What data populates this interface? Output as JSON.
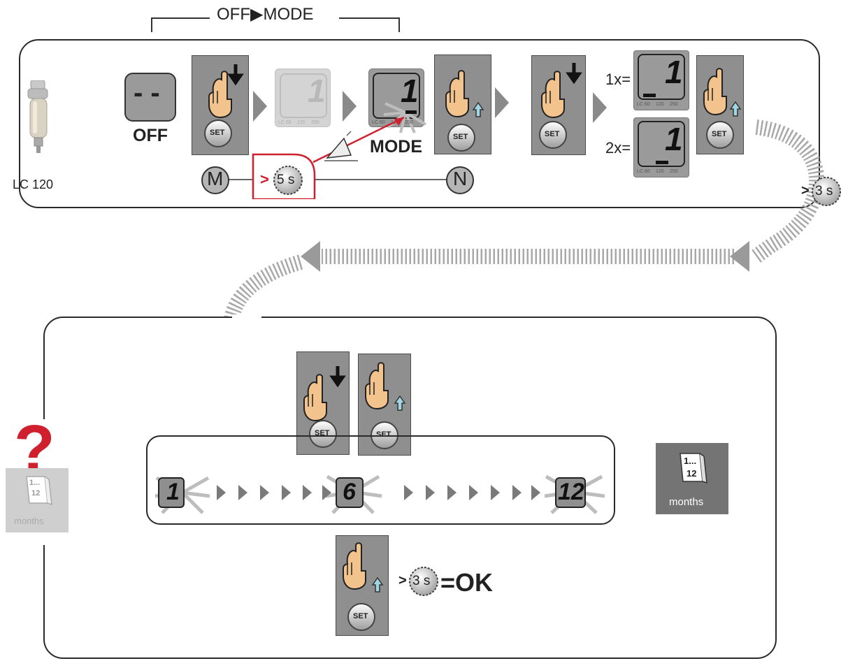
{
  "header": {
    "off_mode_label": "OFF▶MODE"
  },
  "device": {
    "name": "LC 120"
  },
  "top": {
    "off_display": "- -",
    "off_label": "OFF",
    "mode_label": "MODE",
    "button_m": "M",
    "button_n": "N",
    "timer_5s_prefix": ">",
    "timer_5s": "5 s",
    "press_1x": "1x=",
    "press_2x": "2x=",
    "digit": "1",
    "ticks": [
      "LC 60",
      "120",
      "250"
    ]
  },
  "set_label": "SET",
  "connector": {
    "timer_3s_prefix": ">",
    "timer_3s": "3 s"
  },
  "bottom": {
    "digits": [
      "1",
      "6",
      "12"
    ],
    "calendar_line1": "1...",
    "calendar_line2": "12",
    "calendar_label": "months",
    "question_mark": "?",
    "confirm_prefix": ">",
    "confirm_timer": "3 s",
    "confirm_ok": "=OK"
  },
  "colors": {
    "accent_red": "#d0202e",
    "card_gray": "#8f8f8f",
    "hand_skin": "#f3c38e",
    "outline": "#2a2a2a"
  }
}
